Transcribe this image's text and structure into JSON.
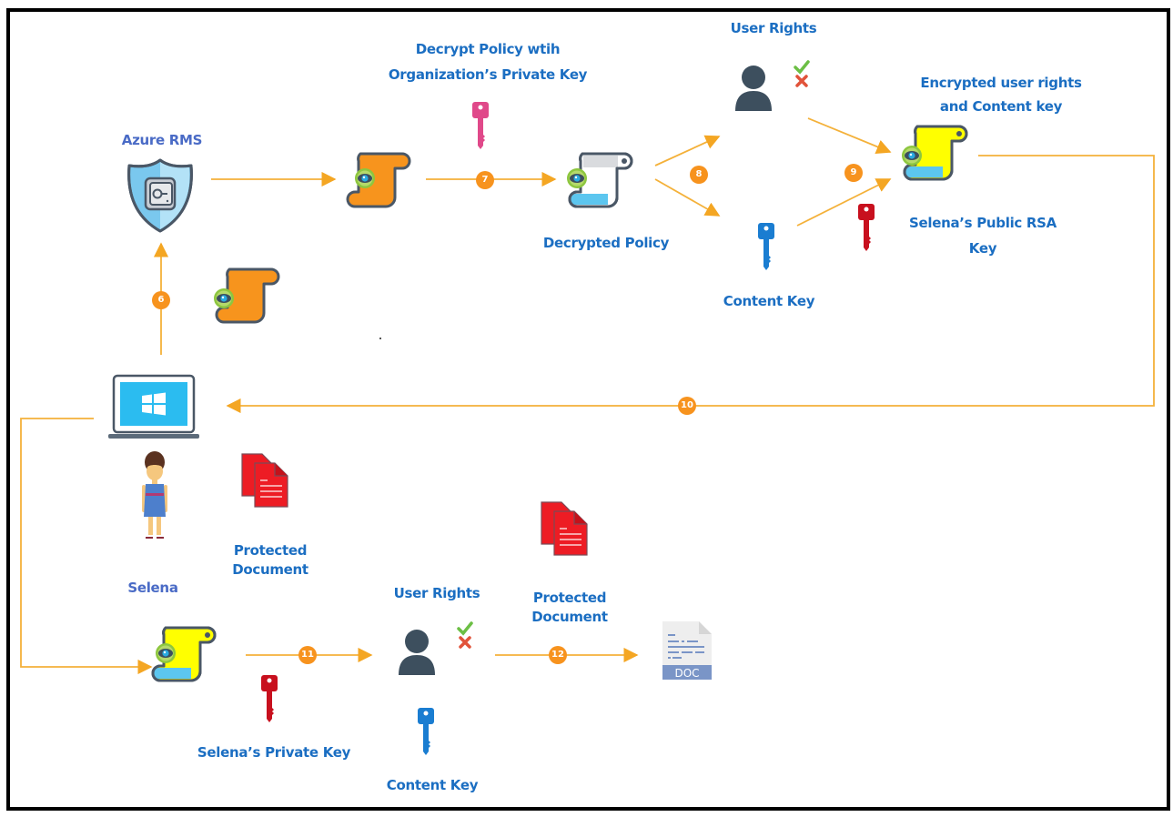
{
  "diagram": {
    "title": "Azure RMS protected document consumption flow",
    "colors": {
      "label_blue": "#1b6ec2",
      "label_purple_blue": "#4a6bc6",
      "arrow_orange": "#f4b13a",
      "badge_orange": "#f7931e",
      "scroll_orange": "#f7941d",
      "scroll_yellow": "#ffff00",
      "key_pink": "#e0498a",
      "key_blue": "#1a7dd1",
      "key_red": "#c8101e",
      "doc_red": "#ed1c24",
      "user_slate": "#3d4f5e"
    },
    "labels": {
      "azure_rms": "Azure RMS",
      "decrypt_policy_line1": "Decrypt Policy wtih",
      "decrypt_policy_line2": "Organization’s Private Key",
      "decrypted_policy": "Decrypted Policy",
      "user_rights_top": "User Rights",
      "content_key_top": "Content Key",
      "encrypted_line1": "Encrypted user rights",
      "encrypted_line2": "and Content key",
      "public_key_line1": "Selena’s Public RSA",
      "public_key_line2": "Key",
      "selena": "Selena",
      "protected_doc_left_line1": "Protected",
      "protected_doc_left_line2": "Document",
      "protected_doc_bottom_line1": "Protected",
      "protected_doc_bottom_line2": "Document",
      "user_rights_bottom": "User Rights",
      "private_key": "Selena’s Private Key",
      "content_key_bottom": "Content Key",
      "doc_badge": "DOC"
    },
    "steps": [
      "6",
      "7",
      "8",
      "9",
      "10",
      "11",
      "12"
    ],
    "nodes": [
      {
        "id": "azure-rms",
        "icon": "shield-vault-icon"
      },
      {
        "id": "encrypted-policy",
        "icon": "scroll-orange-icon"
      },
      {
        "id": "decrypted-policy",
        "icon": "scroll-white-icon"
      },
      {
        "id": "user-rights-top",
        "icon": "user-rights-icon"
      },
      {
        "id": "content-key-top",
        "icon": "key-blue-icon"
      },
      {
        "id": "encrypted-rights",
        "icon": "scroll-yellow-icon"
      },
      {
        "id": "laptop",
        "icon": "windows-laptop-icon"
      },
      {
        "id": "selena",
        "icon": "woman-avatar-icon"
      },
      {
        "id": "protected-document",
        "icon": "red-documents-icon"
      },
      {
        "id": "decrypt-rights",
        "icon": "scroll-yellow-icon"
      },
      {
        "id": "user-rights-bottom",
        "icon": "user-rights-icon"
      },
      {
        "id": "doc-file",
        "icon": "doc-file-icon"
      }
    ]
  }
}
